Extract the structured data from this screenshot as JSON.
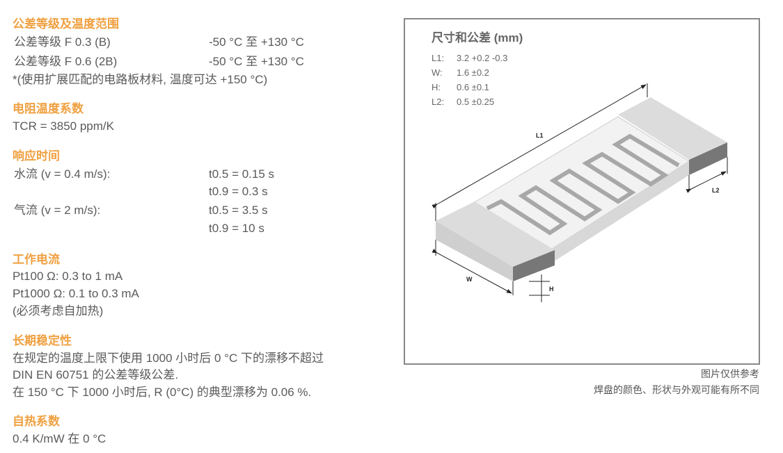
{
  "tolerance": {
    "heading": "公差等级及温度范围",
    "rows": [
      {
        "label": "公差等级 F 0.3 (B)",
        "value": "-50 °C 至 +130 °C"
      },
      {
        "label": "公差等级 F 0.6 (2B)",
        "value": "-50 °C 至 +130 °C"
      }
    ],
    "note": "*(使用扩展匹配的电路板材料, 温度可达 +150 °C)"
  },
  "tcr": {
    "heading": "电阻温度系数",
    "value": "TCR = 3850 ppm/K"
  },
  "response": {
    "heading": "响应时间",
    "water": "水流 (v = 0.4 m/s):",
    "water_t05": "t0.5 = 0.15 s",
    "water_t09": "t0.9 = 0.3 s",
    "air": "气流 (v = 2 m/s):",
    "air_t05": "t0.5 = 3.5 s",
    "air_t09": "t0.9 = 10 s"
  },
  "current": {
    "heading": "工作电流",
    "lines": [
      "Pt100 Ω: 0.3 to 1 mA",
      "Pt1000 Ω: 0.1 to 0.3 mA",
      "(必须考虑自加热)"
    ]
  },
  "stability": {
    "heading": "长期稳定性",
    "lines": [
      "在规定的温度上限下使用 1000 小时后 0 °C 下的漂移不超过",
      "DIN EN 60751 的公差等级公差.",
      "在 150 °C 下 1000 小时后, R (0°C) 的典型漂移为 0.06 %."
    ]
  },
  "selfheat": {
    "heading": "自热系数",
    "value": "0.4 K/mW 在 0 °C"
  },
  "diagram": {
    "title": "尺寸和公差 (mm)",
    "dims": [
      {
        "k": "L1:",
        "v": "3.2 +0.2 -0.3"
      },
      {
        "k": "W:",
        "v": "1.6 ±0.2"
      },
      {
        "k": "H:",
        "v": "0.6 ±0.1"
      },
      {
        "k": "L2:",
        "v": "0.5 ±0.25"
      }
    ],
    "labels": {
      "l1": "L1",
      "l2": "L2",
      "w": "W",
      "h": "H"
    }
  },
  "caption": {
    "line1": "图片仅供参考",
    "line2": "焊盘的颜色、形状与外观可能有所不同"
  }
}
